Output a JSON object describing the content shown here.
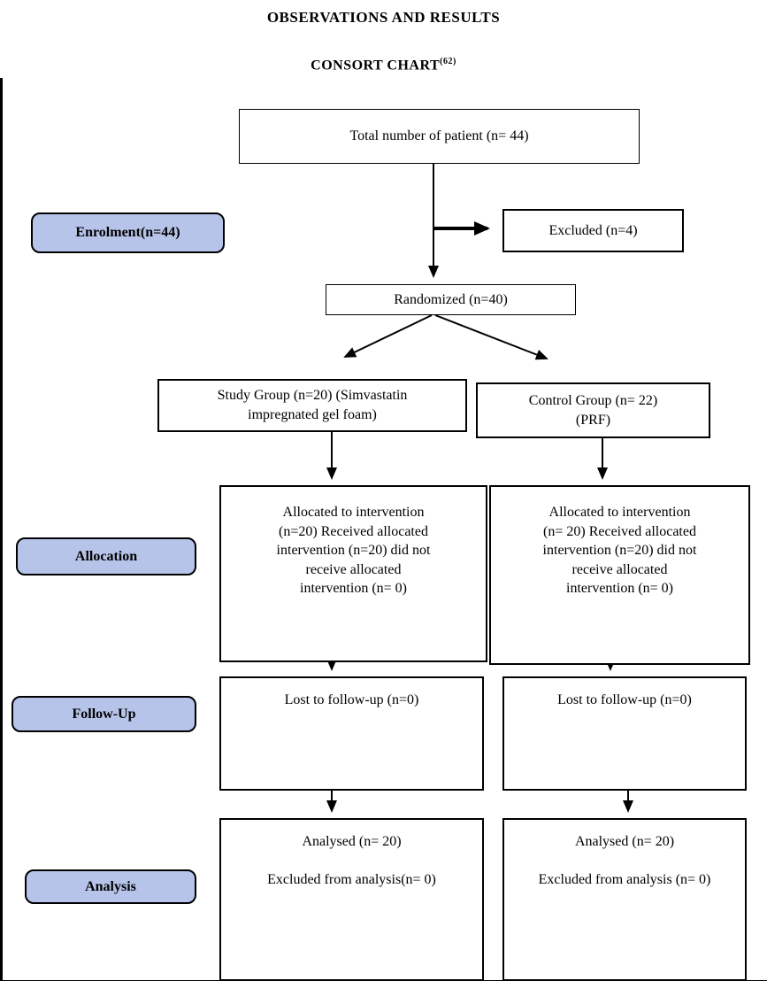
{
  "page": {
    "title": "OBSERVATIONS AND RESULTS",
    "subtitle": "CONSORT CHART",
    "subtitle_sup": "(62)"
  },
  "stages": {
    "enrolment": "Enrolment(n=44)",
    "allocation": "Allocation",
    "followup": "Follow-Up",
    "analysis": "Analysis"
  },
  "flow": {
    "total": "Total number of patient (n= 44)",
    "excluded": "Excluded (n=4)",
    "randomized": "Randomized (n=40)",
    "study_group": [
      "Study Group (n=20) (Simvastatin",
      "impregnated gel foam)"
    ],
    "control_group": [
      "Control Group (n= 22)",
      "(PRF)"
    ],
    "allocation_left": [
      "Allocated to intervention",
      "(n=20) Received allocated",
      "intervention (n=20) did not",
      "receive  allocated",
      "intervention (n= 0)"
    ],
    "allocation_right": [
      "Allocated to intervention",
      "(n= 20) Received allocated",
      "intervention (n=20) did not",
      "receive  allocated",
      "intervention (n= 0)"
    ],
    "followup_left": "Lost to follow-up (n=0)",
    "followup_right": "Lost to follow-up (n=0)",
    "analysis_left": [
      "Analysed (n= 20)",
      "",
      "Excluded from analysis(n= 0)"
    ],
    "analysis_right": [
      "Analysed (n= 20)",
      "",
      "Excluded from analysis (n= 0)"
    ]
  },
  "colors": {
    "stage_fill": "#b7c4e9",
    "line": "#000000"
  }
}
